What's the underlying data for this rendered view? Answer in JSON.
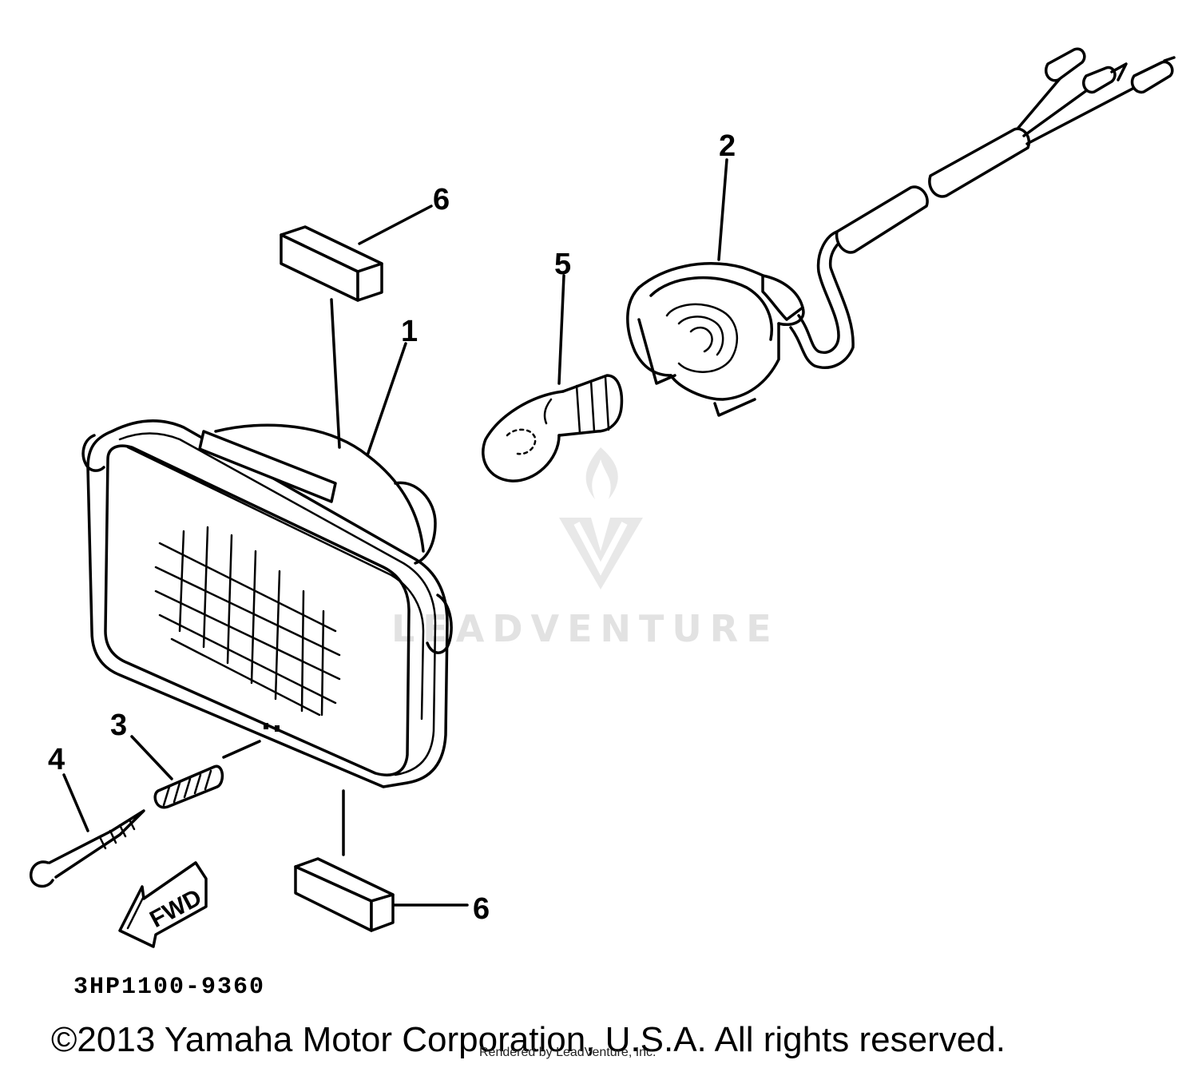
{
  "diagram": {
    "callouts": {
      "c1": "1",
      "c2": "2",
      "c3": "3",
      "c4": "4",
      "c5": "5",
      "c6_top": "6",
      "c6_bottom": "6"
    },
    "fwd_label": "FWD",
    "part_code": "3HP1100-9360",
    "copyright": "©2013 Yamaha Motor Corporation, U.S.A. All rights reserved.",
    "rendered_by": "Rendered by LeadVenture, Inc.",
    "watermark": "LEADVENTURE"
  },
  "colors": {
    "ink": "#000000",
    "watermark": "#e2e2e2",
    "background": "#ffffff"
  }
}
